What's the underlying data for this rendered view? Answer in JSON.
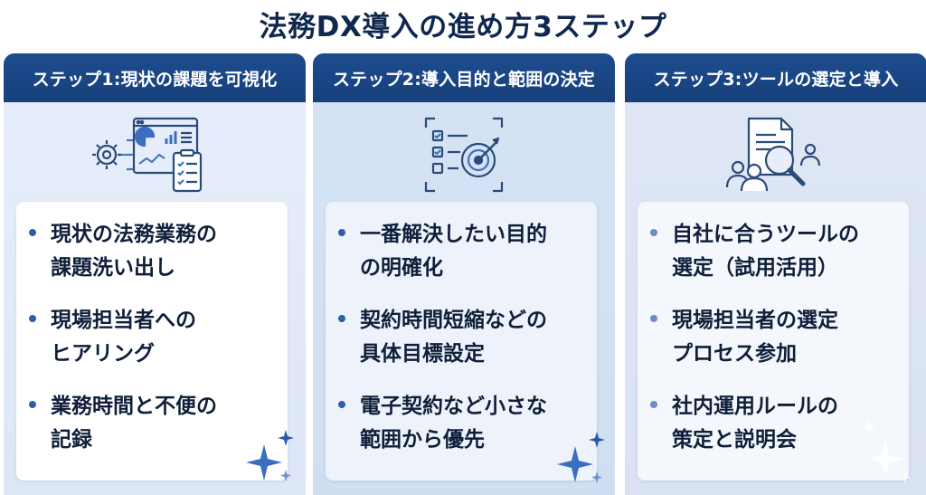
{
  "title": "法務DX導入の進め方3ステップ",
  "steps": [
    {
      "header": "ステップ1:現状の課題を可視化",
      "icon": "gear-dashboard-checklist-icon",
      "items": [
        "現状の法務業務の\n課題洗い出し",
        "現場担当者への\nヒアリング",
        "業務時間と不便の\n記録"
      ]
    },
    {
      "header": "ステップ2:導入目的と範囲の決定",
      "icon": "checklist-target-icon",
      "items": [
        "一番解決したい目的\nの明確化",
        "契約時間短縮などの\n具体目標設定",
        "電子契約など小さな\n範囲から優先"
      ]
    },
    {
      "header": "ステップ3:ツールの選定と導入",
      "icon": "document-magnifier-people-icon",
      "items": [
        "自社に合うツールの\n選定（試用活用）",
        "現場担当者の選定\nプロセス参加",
        "社内運用ルールの\n策定と説明会"
      ]
    }
  ],
  "colors": {
    "header": "#1d4c8e",
    "title": "#10284f",
    "accent": "#3a6fc0"
  }
}
